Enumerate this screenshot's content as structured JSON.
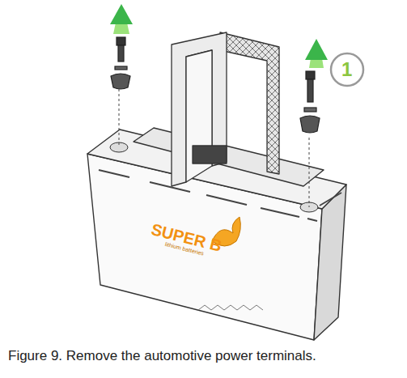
{
  "diagram": {
    "caption": "Figure 9.  Remove the automotive power terminals.",
    "labels": [
      "1",
      "SUPER B",
      "lithium batteries"
    ]
  }
}
